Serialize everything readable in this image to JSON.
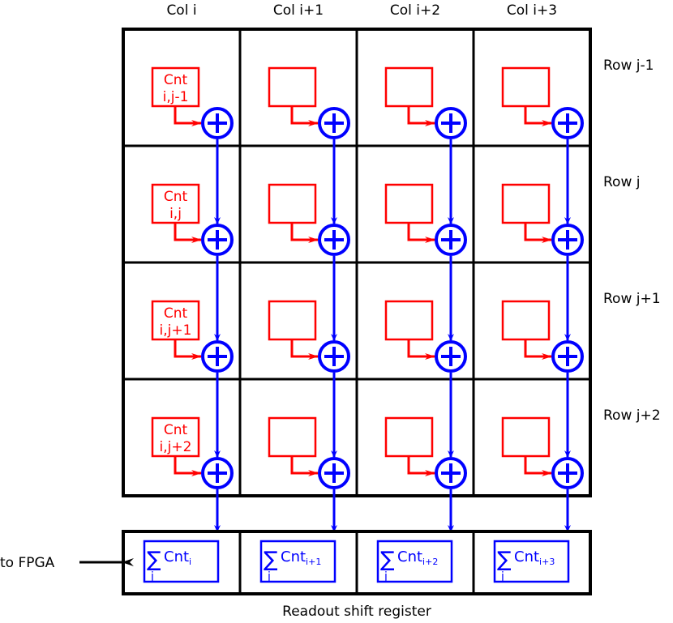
{
  "columns": [
    "Col i",
    "Col i+1",
    "Col i+2",
    "Col i+3"
  ],
  "rows": [
    "Row j-1",
    "Row j",
    "Row j+1",
    "Row j+2"
  ],
  "counter_labels": [
    [
      "Cnt",
      "i,j-1"
    ],
    [
      "Cnt",
      "i,j"
    ],
    [
      "Cnt",
      "i,j+1"
    ],
    [
      "Cnt",
      "i,j+2"
    ]
  ],
  "register_cells": [
    {
      "sigma": "∑",
      "index": "j",
      "label": "Cnt",
      "sub": "i"
    },
    {
      "sigma": "∑",
      "index": "j",
      "label": "Cnt",
      "sub": "i+1"
    },
    {
      "sigma": "∑",
      "index": "j",
      "label": "Cnt",
      "sub": "i+2"
    },
    {
      "sigma": "∑",
      "index": "j",
      "label": "Cnt",
      "sub": "i+3"
    }
  ],
  "output_label": "to FPGA",
  "register_caption": "Readout shift register",
  "colors": {
    "counter": "#ff0000",
    "adder": "#0000ff",
    "grid": "#000000"
  }
}
